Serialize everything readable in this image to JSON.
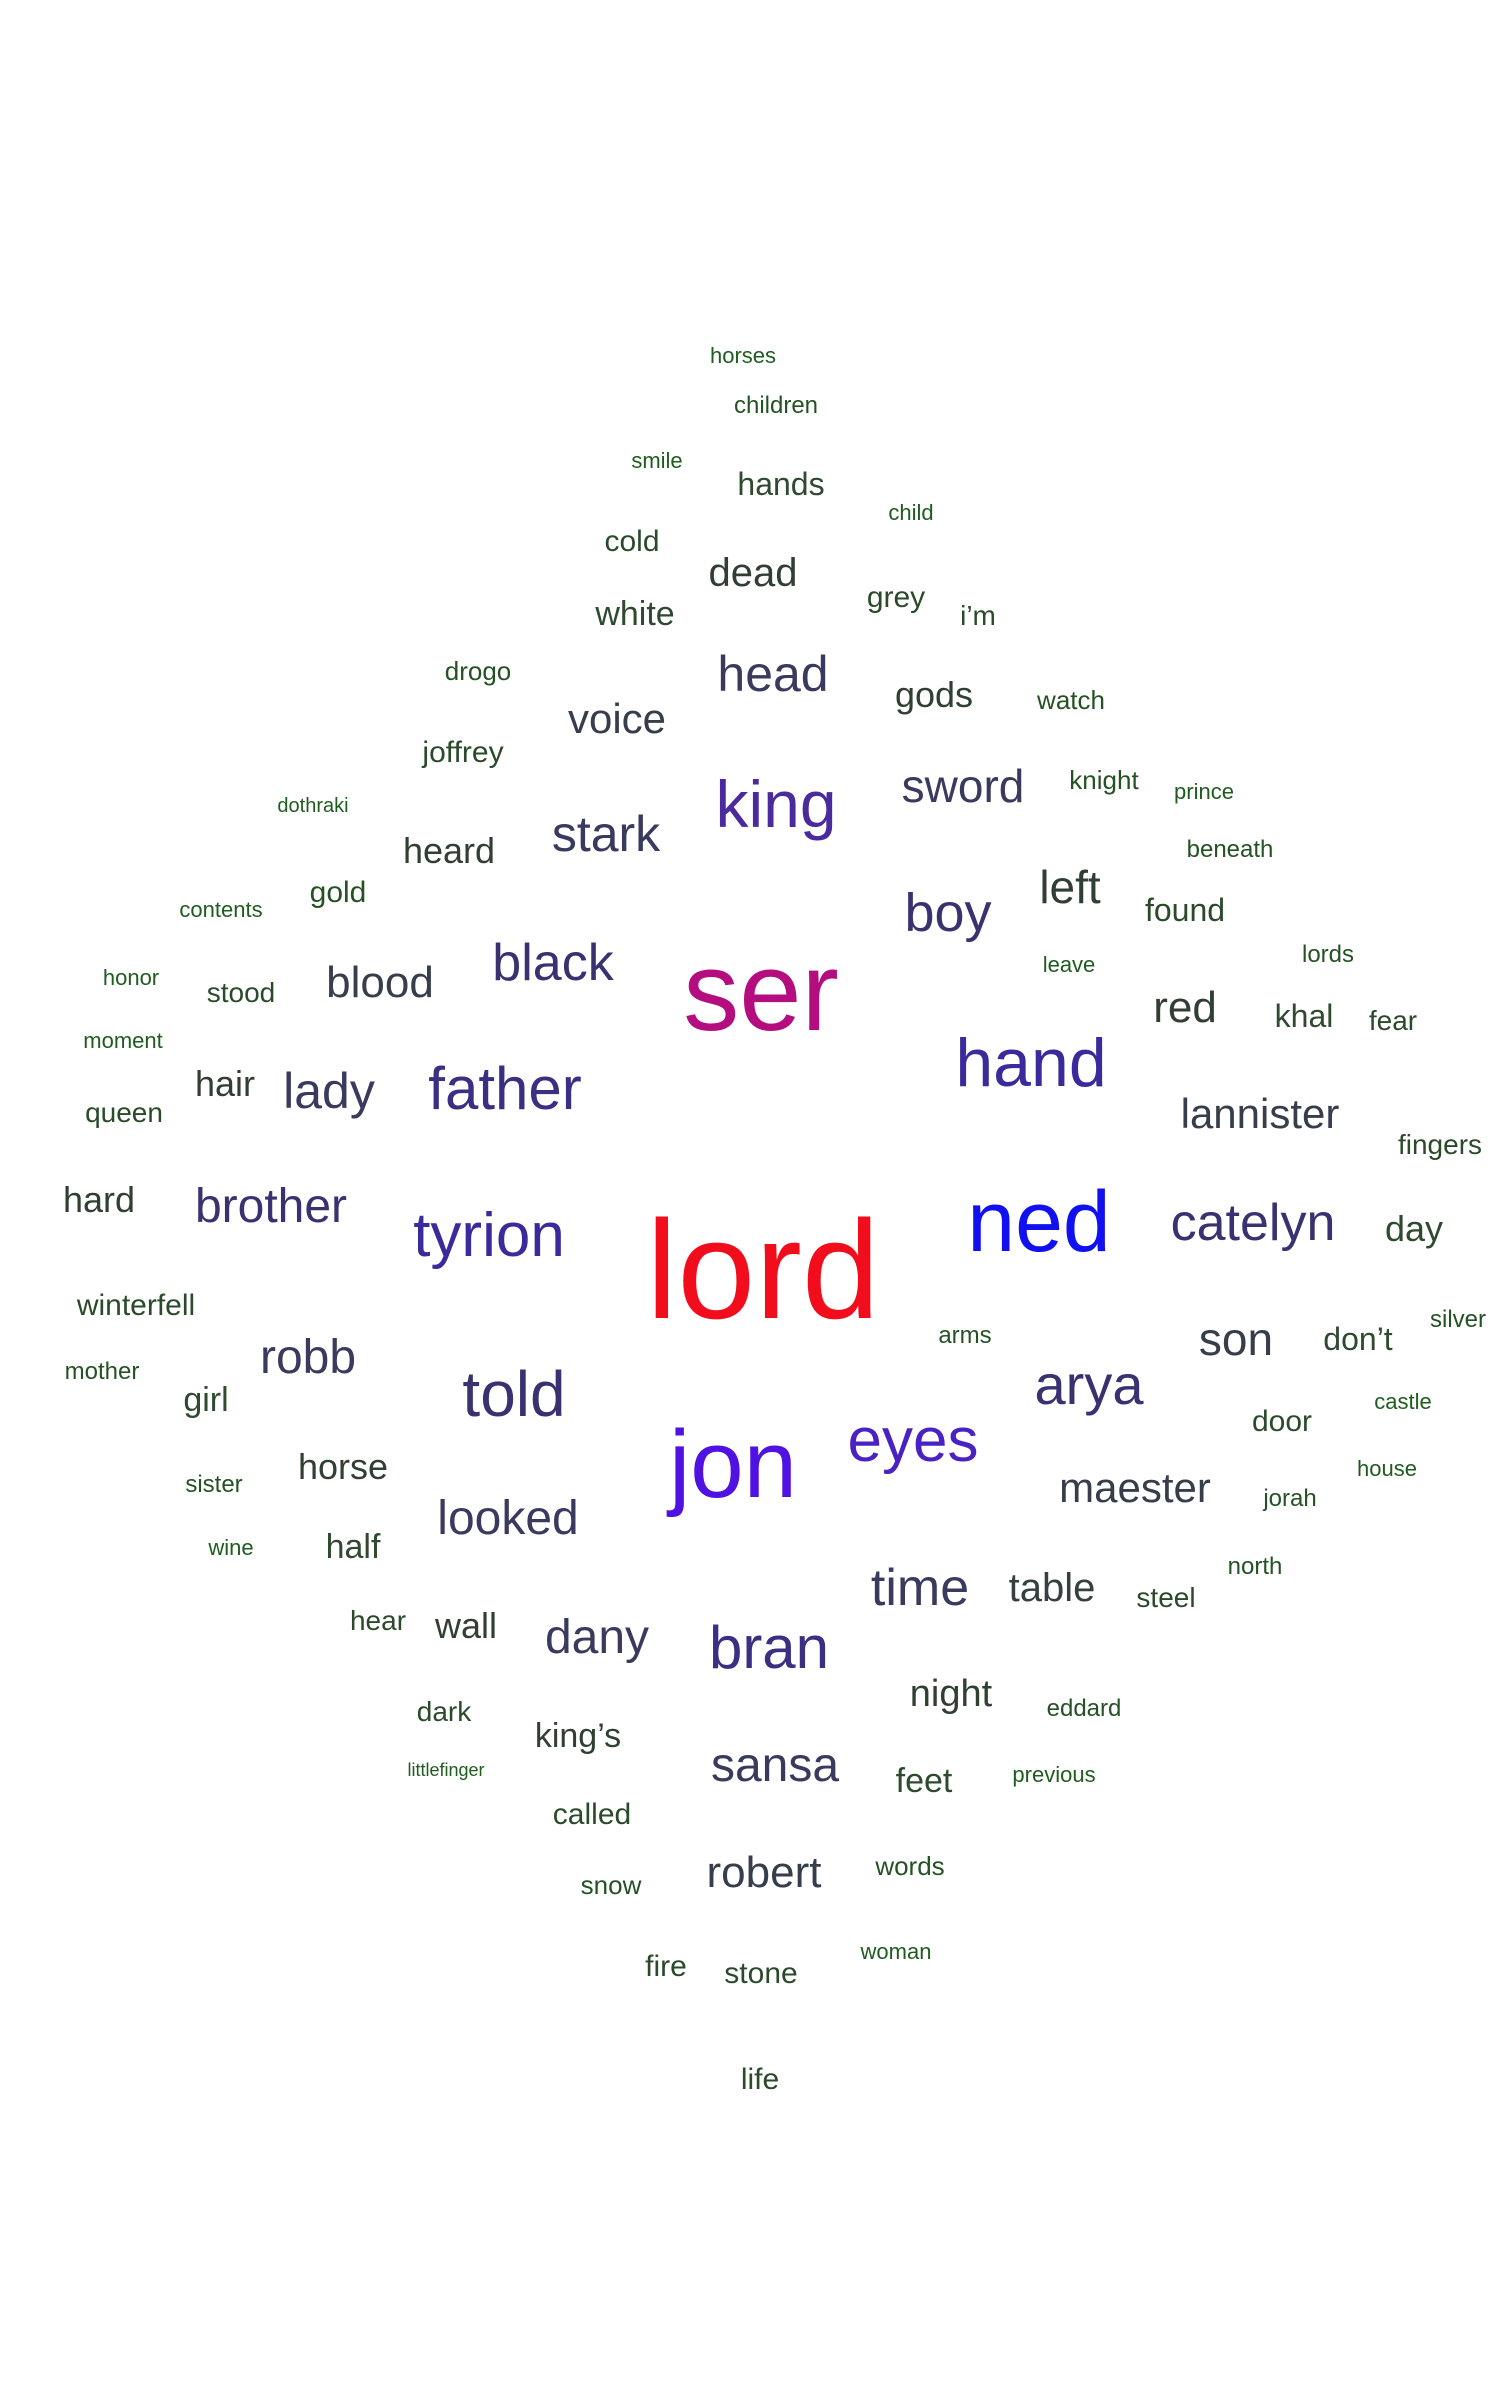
{
  "words": [
    {
      "text": "lord",
      "color": "#f20d1c"
    },
    {
      "text": "ser",
      "color": "#b30d80"
    },
    {
      "text": "jon",
      "color": "#5012e3"
    },
    {
      "text": "ned",
      "color": "#1010f0"
    },
    {
      "text": "king",
      "color": "#4a2a9c"
    },
    {
      "text": "hand",
      "color": "#3a2a9c"
    },
    {
      "text": "tyrion",
      "color": "#3a2a9c"
    },
    {
      "text": "eyes",
      "color": "#4a22c4"
    },
    {
      "text": "father",
      "color": "#3a2f82"
    },
    {
      "text": "bran",
      "color": "#3a2f82"
    },
    {
      "text": "arya",
      "color": "#3a3170"
    },
    {
      "text": "told",
      "color": "#3a3170"
    },
    {
      "text": "catelyn",
      "color": "#3a3170"
    },
    {
      "text": "boy",
      "color": "#3a3170"
    },
    {
      "text": "black",
      "color": "#3a3170"
    },
    {
      "text": "brother",
      "color": "#3a3170"
    },
    {
      "text": "sansa",
      "color": "#3a3a5e"
    },
    {
      "text": "time",
      "color": "#3a3a5e"
    },
    {
      "text": "dany",
      "color": "#3a3a5e"
    },
    {
      "text": "head",
      "color": "#3a3a5e"
    },
    {
      "text": "stark",
      "color": "#3a3a5e"
    },
    {
      "text": "robb",
      "color": "#3a3a5e"
    },
    {
      "text": "lady",
      "color": "#3a3a5e"
    },
    {
      "text": "looked",
      "color": "#3a3a5e"
    },
    {
      "text": "sword",
      "color": "#3a3a5e"
    },
    {
      "text": "son",
      "color": "#353e4a"
    },
    {
      "text": "robert",
      "color": "#353e4a"
    },
    {
      "text": "maester",
      "color": "#353e4a"
    },
    {
      "text": "lannister",
      "color": "#353e4a"
    },
    {
      "text": "voice",
      "color": "#353e4a"
    },
    {
      "text": "blood",
      "color": "#353e4a"
    },
    {
      "text": "table",
      "color": "#354040"
    },
    {
      "text": "left",
      "color": "#303f33"
    },
    {
      "text": "red",
      "color": "#303f33"
    },
    {
      "text": "dead",
      "color": "#303f33"
    },
    {
      "text": "heard",
      "color": "#303f33"
    },
    {
      "text": "hair",
      "color": "#303f33"
    },
    {
      "text": "horse",
      "color": "#303f33"
    },
    {
      "text": "night",
      "color": "#2f4030"
    },
    {
      "text": "wall",
      "color": "#2f4030"
    },
    {
      "text": "hard",
      "color": "#2f4030"
    },
    {
      "text": "gods",
      "color": "#2f4030"
    },
    {
      "text": "king’s",
      "color": "#2f4030"
    },
    {
      "text": "white",
      "color": "#2f4a2f"
    },
    {
      "text": "day",
      "color": "#2f4a2f"
    },
    {
      "text": "khal",
      "color": "#2f4a2f"
    },
    {
      "text": "feet",
      "color": "#2f4a2f"
    },
    {
      "text": "half",
      "color": "#2f4a2f"
    },
    {
      "text": "hands",
      "color": "#2f4a2f"
    },
    {
      "text": "don’t",
      "color": "#2f4a2f"
    },
    {
      "text": "girl",
      "color": "#2f4a2f"
    },
    {
      "text": "winterfell",
      "color": "#2a4a2a"
    },
    {
      "text": "found",
      "color": "#2a4a2a"
    },
    {
      "text": "door",
      "color": "#2a4a2a"
    },
    {
      "text": "called",
      "color": "#2a4a2a"
    },
    {
      "text": "stone",
      "color": "#2a4a2a"
    },
    {
      "text": "grey",
      "color": "#2a4a2a"
    },
    {
      "text": "cold",
      "color": "#2a4a2a"
    },
    {
      "text": "joffrey",
      "color": "#2a4a2a"
    },
    {
      "text": "queen",
      "color": "#2a4a2a"
    },
    {
      "text": "stood",
      "color": "#2a4a2a"
    },
    {
      "text": "i’m",
      "color": "#2a4a2a"
    },
    {
      "text": "steel",
      "color": "#2a4a2a"
    },
    {
      "text": "fingers",
      "color": "#2a4a2a"
    },
    {
      "text": "fear",
      "color": "#2a4a2a"
    },
    {
      "text": "hear",
      "color": "#2a4a2a"
    },
    {
      "text": "dark",
      "color": "#2a4a2a"
    },
    {
      "text": "fire",
      "color": "#2a4a2a"
    },
    {
      "text": "life",
      "color": "#2a4a2a"
    },
    {
      "text": "gold",
      "color": "#255225"
    },
    {
      "text": "words",
      "color": "#255225"
    },
    {
      "text": "watch",
      "color": "#255225"
    },
    {
      "text": "knight",
      "color": "#255225"
    },
    {
      "text": "snow",
      "color": "#255225"
    },
    {
      "text": "drogo",
      "color": "#255225"
    },
    {
      "text": "jorah",
      "color": "#255225"
    },
    {
      "text": "sister",
      "color": "#255225"
    },
    {
      "text": "eddard",
      "color": "#255225"
    },
    {
      "text": "mother",
      "color": "#255225"
    },
    {
      "text": "beneath",
      "color": "#255225"
    },
    {
      "text": "north",
      "color": "#255225"
    },
    {
      "text": "children",
      "color": "#255225"
    },
    {
      "text": "arms",
      "color": "#255225"
    },
    {
      "text": "lords",
      "color": "#255225"
    },
    {
      "text": "silver",
      "color": "#255225"
    },
    {
      "text": "wine",
      "color": "#1f5c1f"
    },
    {
      "text": "moment",
      "color": "#1f5c1f"
    },
    {
      "text": "contents",
      "color": "#1f5c1f"
    },
    {
      "text": "castle",
      "color": "#1f5c1f"
    },
    {
      "text": "smile",
      "color": "#1f5c1f"
    },
    {
      "text": "leave",
      "color": "#1f5c1f"
    },
    {
      "text": "honor",
      "color": "#1f5c1f"
    },
    {
      "text": "woman",
      "color": "#1f5c1f"
    },
    {
      "text": "house",
      "color": "#1f5c1f"
    },
    {
      "text": "child",
      "color": "#1f5c1f"
    },
    {
      "text": "horses",
      "color": "#1f5c1f"
    },
    {
      "text": "previous",
      "color": "#1f5c1f"
    },
    {
      "text": "prince",
      "color": "#1f5c1f"
    },
    {
      "text": "dothraki",
      "color": "#1f5c1f"
    },
    {
      "text": "littlefinger",
      "color": "#1f5c1f"
    }
  ]
}
